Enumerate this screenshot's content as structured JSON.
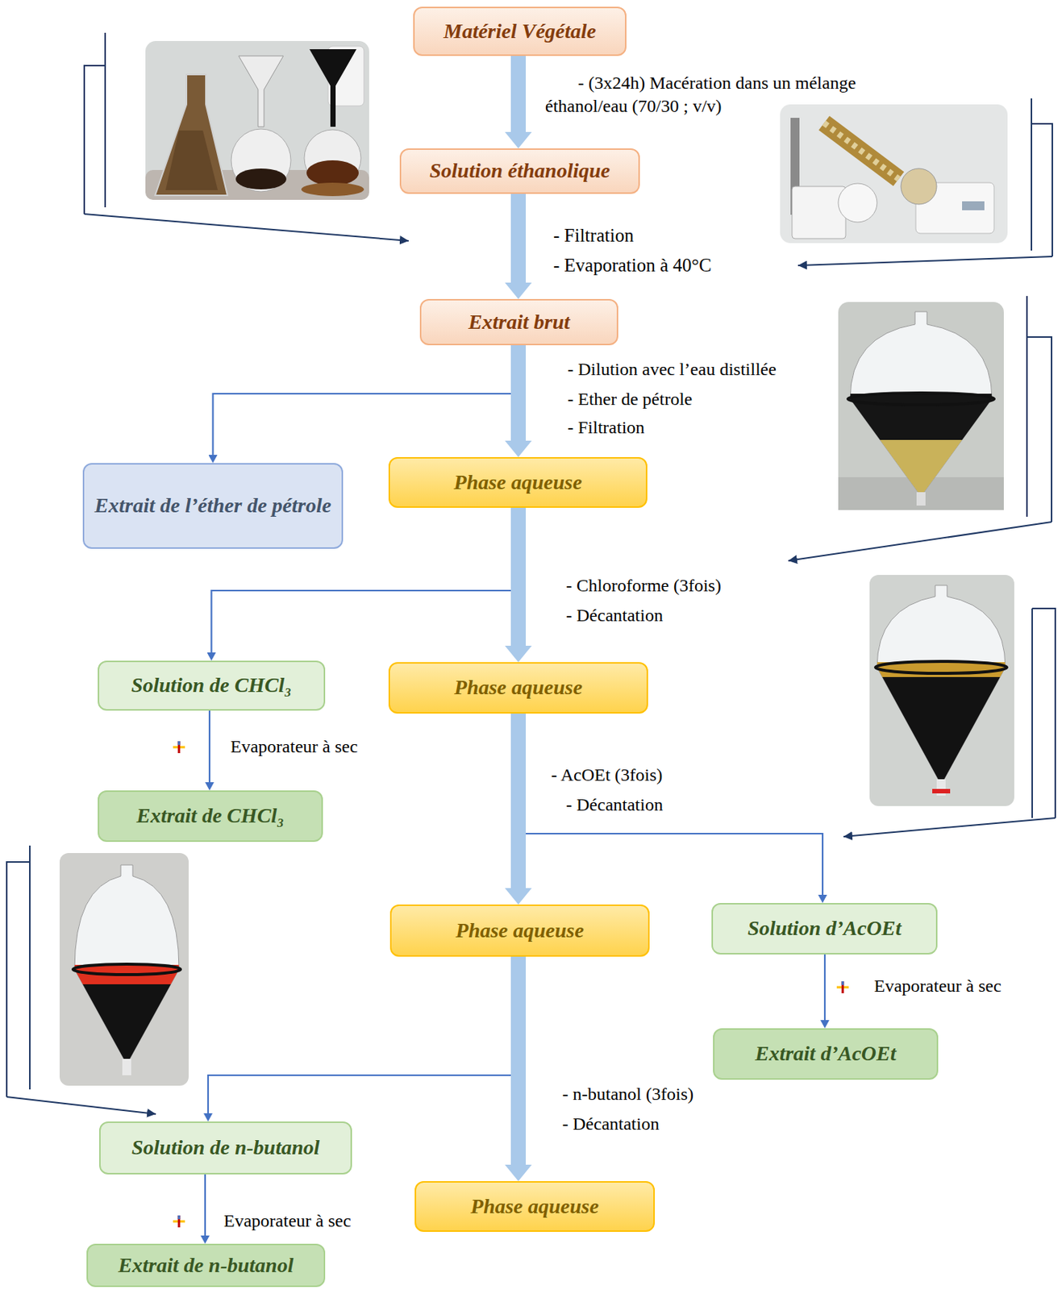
{
  "diagram": {
    "nodes": [
      {
        "text": [
          "Matériel Végétale"
        ]
      },
      {
        "text": [
          "Solution éthanolique"
        ]
      },
      {
        "text": [
          "Extrait brut"
        ]
      },
      {
        "text": [
          "Extrait de l’éther de pétrole"
        ]
      },
      {
        "text": [
          "Phase aqueuse"
        ]
      },
      {
        "text": [
          "Solution de CHCl₃"
        ]
      },
      {
        "text": [
          "Phase aqueuse"
        ]
      },
      {
        "text": [
          "Extrait de CHCl₃"
        ]
      },
      {
        "text": [
          "Phase aqueuse"
        ]
      },
      {
        "text": [
          "Solution d’AcOEt"
        ]
      },
      {
        "text": [
          "Extrait d’AcOEt"
        ]
      },
      {
        "text": [
          "Solution de n-butanol"
        ]
      },
      {
        "text": [
          "Phase aqueuse"
        ]
      },
      {
        "text": [
          "Extrait de n-butanol"
        ]
      }
    ],
    "edges": [
      {
        "from": 0,
        "to": 1,
        "arrow": "to"
      },
      {
        "from": 1,
        "to": 2,
        "arrow": "to"
      },
      {
        "from": 2,
        "to": 3,
        "arrow": "to"
      },
      {
        "from": 2,
        "to": 4,
        "arrow": "to"
      },
      {
        "from": 4,
        "to": 5,
        "arrow": "to"
      },
      {
        "from": 4,
        "to": 6,
        "arrow": "to"
      },
      {
        "from": 5,
        "to": 7,
        "arrow": "to"
      },
      {
        "from": 6,
        "to": 8,
        "arrow": "to"
      },
      {
        "from": 6,
        "to": 9,
        "arrow": "to"
      },
      {
        "from": 9,
        "to": 10,
        "arrow": "to"
      },
      {
        "from": 8,
        "to": 11,
        "arrow": "to"
      },
      {
        "from": 8,
        "to": 12,
        "arrow": "to"
      },
      {
        "from": 11,
        "to": 13,
        "arrow": "to"
      }
    ],
    "labels": [
      "- (3x24h) Macération dans un mélange éthanol/eau (70/30 ; v/v)",
      "- Filtration",
      "- Evaporation à 40°C",
      "- Dilution avec l’eau distillée",
      "- Ether de pétrole",
      "- Filtration",
      "- Chloroforme (3fois)",
      "- Décantation",
      "Evaporateur à sec",
      "- AcOEt (3fois)",
      "- Décantation",
      "Evaporateur à sec",
      "- n-butanol (3fois)",
      "- Décantation",
      "Evaporateur à sec"
    ]
  }
}
